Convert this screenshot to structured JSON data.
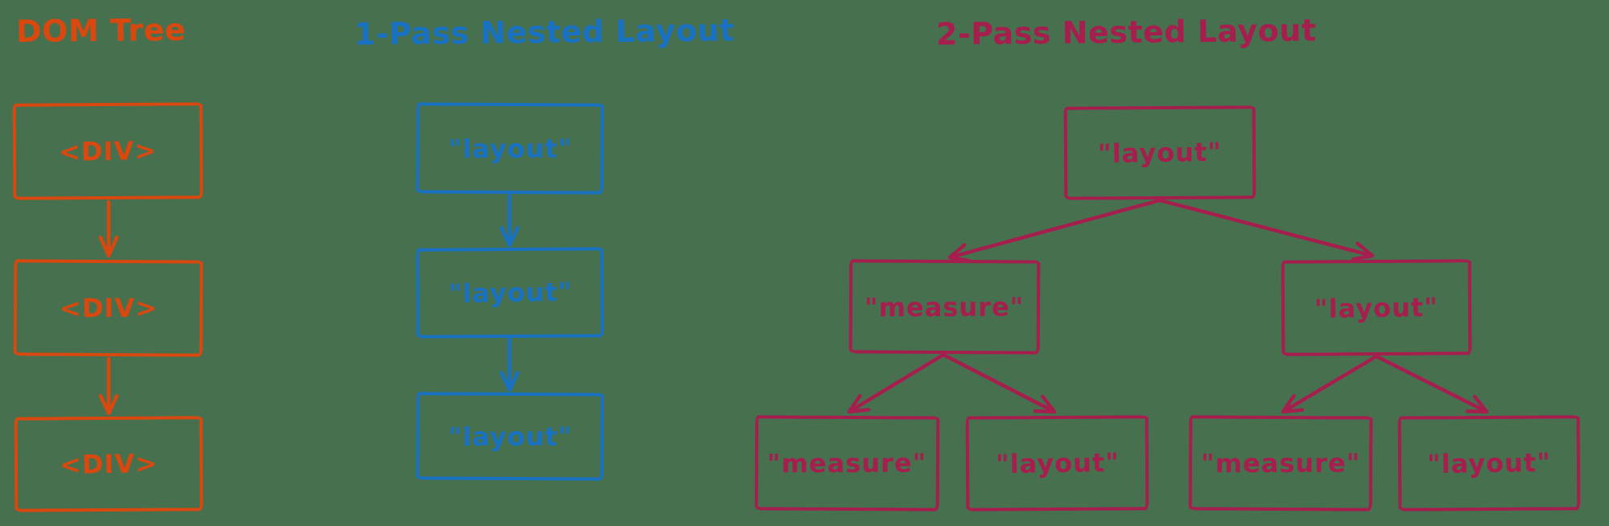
{
  "background_color": "#47704f",
  "diagrams": {
    "dom_tree": {
      "title": "DOM Tree",
      "color": "#d9480f",
      "nodes": [
        "<DIV>",
        "<DIV>",
        "<DIV>"
      ],
      "edges": [
        "node0->node1",
        "node1->node2"
      ]
    },
    "one_pass": {
      "title": "1-Pass Nested Layout",
      "color": "#1971c2",
      "nodes": [
        "\"layout\"",
        "\"layout\"",
        "\"layout\""
      ],
      "edges": [
        "node0->node1",
        "node1->node2"
      ]
    },
    "two_pass": {
      "title": "2-Pass Nested Layout",
      "color": "#a61e4d",
      "nodes": {
        "root": "\"layout\"",
        "level2": [
          "\"measure\"",
          "\"layout\""
        ],
        "level3": [
          "\"measure\"",
          "\"layout\"",
          "\"measure\"",
          "\"layout\""
        ]
      },
      "edges": [
        "root->level2.0",
        "root->level2.1",
        "level2.0->level3.0",
        "level2.0->level3.1",
        "level2.1->level3.2",
        "level2.1->level3.3"
      ]
    }
  }
}
